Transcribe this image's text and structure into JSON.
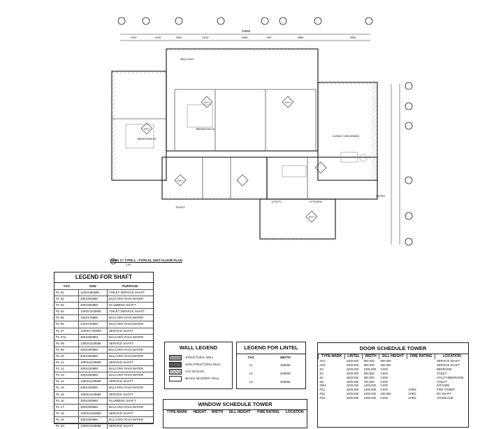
{
  "dimensions": {
    "top": [
      "1250",
      "1150",
      "1600",
      "2010",
      "2465",
      "509",
      "2860",
      "2890"
    ],
    "overall": "14850"
  },
  "plan": {
    "rooms": [
      {
        "name": "BEDROOM 02",
        "tag": "SDA-2",
        "id": "bed02"
      },
      {
        "name": "BEDROOM 03",
        "tag": "SDA-2",
        "id": "bed03"
      },
      {
        "name": "LIVING CUM DINING",
        "tag": "SDA-2",
        "id": "living"
      },
      {
        "name": "KITCHEN",
        "tag": "SDA-2",
        "id": "kitchen"
      },
      {
        "name": "TOILET",
        "tag": "SDA-2",
        "id": "toilet"
      },
      {
        "name": "BALCONY",
        "tag": "",
        "id": "balcony"
      },
      {
        "name": "UTILITY",
        "tag": "",
        "id": "utility"
      }
    ],
    "entry": "ENTRY",
    "caption": "2BHK C* TYPE 1 - TYPICAL UNIT FLOOR PLAN",
    "caption_num": "1",
    "scale": "1:40"
  },
  "shaft_legend": {
    "title": "LEGEND FOR SHAFT",
    "headers": [
      "TAG",
      "SIZE",
      "PURPOSE"
    ],
    "rows": [
      [
        "PL-01",
        "1100X300MM",
        "TOILET SERVICE SHAFT"
      ],
      [
        "PL-02",
        "300X300MM",
        "BALCONY RAIN WATER"
      ],
      [
        "PL-03",
        "300X300MM",
        "PLUMBING SHAFT"
      ],
      [
        "PL-04",
        "1200X1100MM",
        "TOILET SERVICE SHAFT"
      ],
      [
        "PL-05",
        "150X175MM",
        "BALCONY RAIN WATER"
      ],
      [
        "PL-06",
        "240X140MM",
        "BALCONY RAIN WATER"
      ],
      [
        "PL-07",
        "1200X1700MM",
        "SERVICE SHAFT"
      ],
      [
        "PL-07a",
        "300X300MM",
        "BALCONY RAIN WATER"
      ],
      [
        "PL-08",
        "1300X1100MM",
        "SERVICE SHAFT"
      ],
      [
        "PL-09",
        "300X300MM",
        "BALCONY RAIN WATER"
      ],
      [
        "PL-10",
        "300X300MM",
        "BALCONY RAIN WATER"
      ],
      [
        "PL-11",
        "1900X1100MM",
        "SERVICE SHAFT"
      ],
      [
        "PL-12",
        "300X430MM",
        "BALCONY RAIN WATER"
      ],
      [
        "PL-13",
        "300X300MM",
        "BALCONY RAIN WATER"
      ],
      [
        "PL-14",
        "1400X1100MM",
        "SERVICE SHAFT"
      ],
      [
        "PL-15",
        "300X430MM",
        "BALCONY RAIN WATER"
      ],
      [
        "PL-16",
        "1000X1100MM",
        "SERVICE SHAFT"
      ],
      [
        "PL-16",
        "300X300MM",
        "PLUMBING SHAFT"
      ],
      [
        "PL-17",
        "300X300MM",
        "BALCONY RAIN WATER"
      ],
      [
        "PL-18",
        "1200X1400MM",
        "SERVICE SHAFT"
      ],
      [
        "PL-19",
        "300X300MM",
        "BALCONY RAIN WATER"
      ],
      [
        "PL-20",
        "1200X1100MM",
        "SERVICE SHAFT"
      ]
    ]
  },
  "wall_legend": {
    "title": "WALL LEGEND",
    "items": [
      {
        "label": "- STRUCTURAL WALL",
        "fill": "#9a9a9a"
      },
      {
        "label": "- NON STRUCTURAL WALL",
        "fill": "#5a5a5a"
      },
      {
        "label": "- AAC BLOCKS",
        "fill": "#d8d8d8"
      },
      {
        "label": "- BLOCK MASONRY WALL",
        "fill": "#ffffff"
      }
    ]
  },
  "lintel_legend": {
    "title": "LEGEND FOR LINTEL",
    "headers": [
      "TAG",
      "WIDTH"
    ],
    "rows": [
      [
        "L1",
        "150MM"
      ],
      [
        "L2",
        "200MM"
      ],
      [
        "L3",
        "300MM"
      ]
    ]
  },
  "window_schedule": {
    "title": "WINDOW SCHEDULE TOWER",
    "headers": [
      "TYPE MARK",
      "HEIGHT",
      "WIDTH",
      "SILL HEIGHT",
      "FIRE RATING",
      "LOCATION"
    ]
  },
  "door_schedule": {
    "title": "DOOR SCHEDULE TOWER",
    "headers": [
      "TYPE MARK",
      "LINTEL",
      "WIDTH",
      "SILL HEIGHT",
      "FIRE RATING",
      "LOCATION"
    ],
    "rows": [
      [
        "AD1",
        "2400.000",
        "900.000",
        "600.000",
        "",
        "SERVICE SHAFT"
      ],
      [
        "AD2",
        "2400.000",
        "800.000",
        "600.000",
        "",
        "SERVICE SHAFT"
      ],
      [
        "D3",
        "2400.000",
        "1000.000",
        "0.000",
        "",
        "BEDROOM"
      ],
      [
        "D4",
        "2400.000",
        "900.000",
        "0.000",
        "",
        "TOILET"
      ],
      [
        "D4",
        "2400.000",
        "900.000",
        "0.000",
        "",
        "UTILITY/BEDROOM"
      ],
      [
        "D5",
        "2400.000",
        "750.000",
        "0.000",
        "",
        "TOILET"
      ],
      [
        "DW1",
        "2400.000",
        "1200.000",
        "0.000",
        "",
        "KITCHEN"
      ],
      [
        "FD1",
        "2400.000",
        "1200.000",
        "0.000",
        "2HRS",
        "FIRE TOWER"
      ],
      [
        "FD2",
        "2400.000",
        "1000.000",
        "100.000",
        "2HRS",
        "MV SHAFT"
      ],
      [
        "FD3",
        "2400.000",
        "1000.000",
        "0.000",
        "2HRS",
        "STAIRCASE"
      ]
    ]
  },
  "colors": {
    "line": "#222222",
    "wall": "#8a8a8a",
    "hatch": "#999999"
  }
}
